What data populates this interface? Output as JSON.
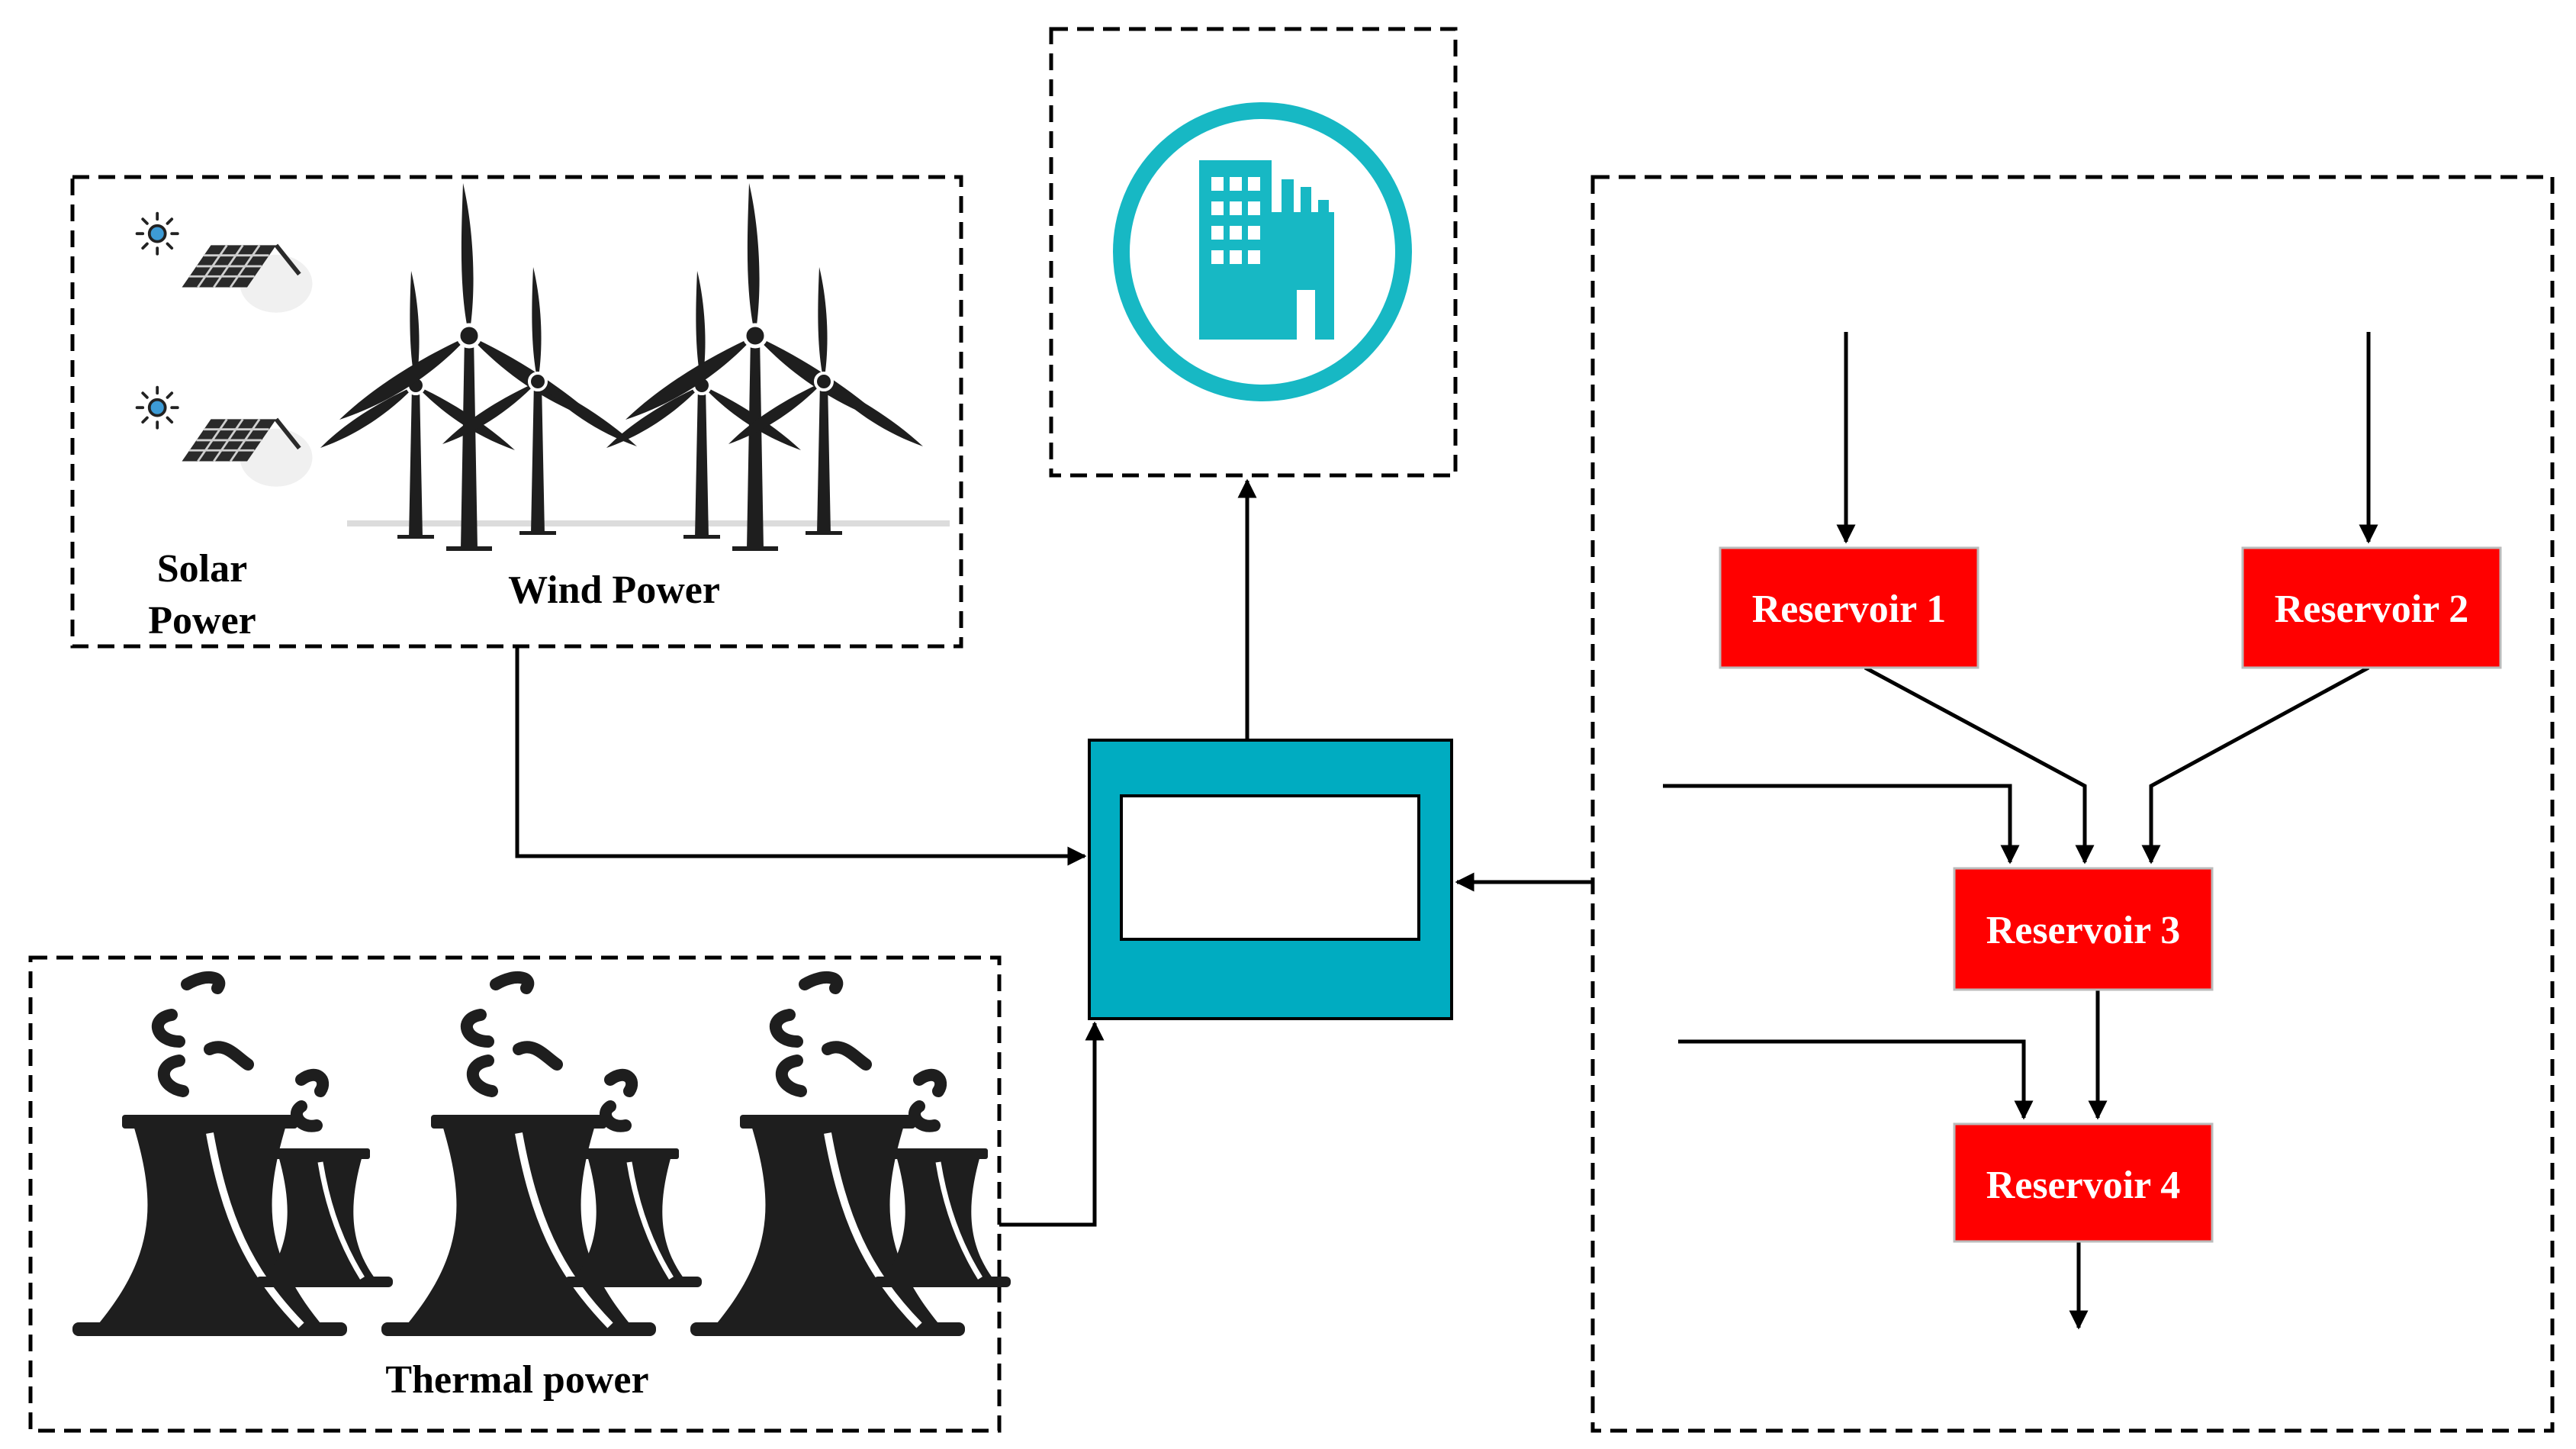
{
  "renewables": {
    "solar_label_line1": "Solar",
    "solar_label_line2": "Power",
    "wind_label": "Wind Power"
  },
  "thermal": {
    "label": "Thermal power"
  },
  "reservoirs": [
    {
      "label": "Reservoir 1"
    },
    {
      "label": "Reservoir 2"
    },
    {
      "label": "Reservoir 3"
    },
    {
      "label": "Reservoir 4"
    }
  ],
  "colors": {
    "reservoir_fill": "#ff0000",
    "controller_fill": "#00acc1",
    "load_icon": "#17b8c4",
    "plant_fill": "#1e1e1e"
  },
  "icons": {
    "solar": "solar-panel-icon",
    "wind": "wind-turbine-icon",
    "thermal": "cooling-tower-icon",
    "load": "city-building-icon"
  }
}
